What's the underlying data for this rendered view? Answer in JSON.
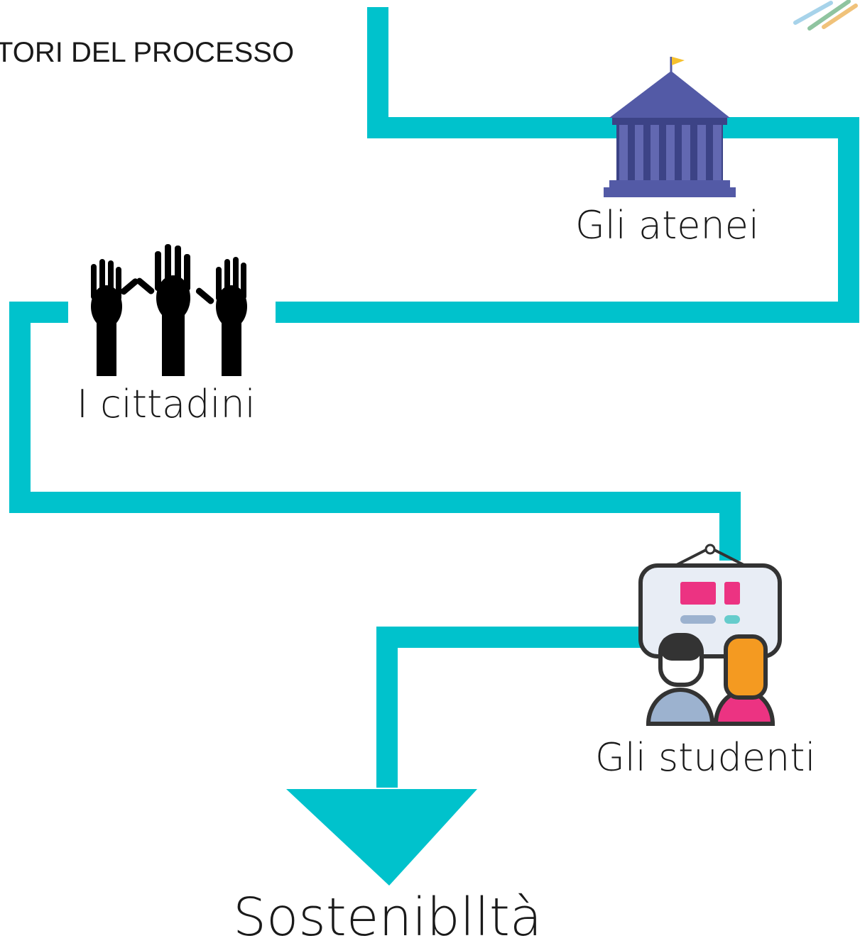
{
  "title": "TORI DEL PROCESSO",
  "nodes": {
    "atenei": "Gli atenei",
    "cittadini": "I cittadini",
    "studenti": "Gli studenti"
  },
  "end_label": "Sosteniblltà",
  "colors": {
    "path": "#00c2cc",
    "building": "#535aa6",
    "hands": "#000000",
    "board_pink": "#ec3382",
    "student_blue": "#9cb2cf",
    "student_orange": "#f49a21",
    "student_pink": "#ec3382"
  },
  "icons": [
    "university-building-icon",
    "raised-hands-icon",
    "students-board-icon"
  ]
}
